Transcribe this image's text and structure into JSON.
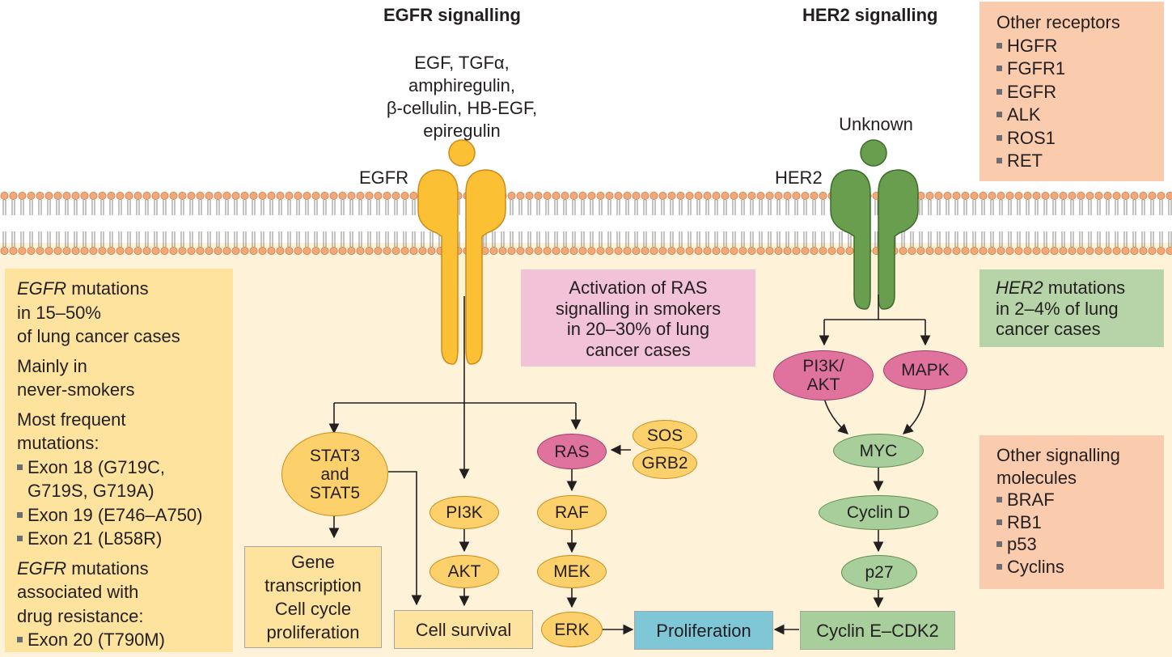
{
  "titles": {
    "egfr": "EGFR signalling",
    "her2": "HER2 signalling"
  },
  "ligands": {
    "egfr_lines": [
      "EGF, TGFα,",
      "amphiregulin,",
      "β-cellulin, HB-EGF,",
      "epiregulin"
    ],
    "her2": "Unknown"
  },
  "receptors": {
    "egfr": "EGFR",
    "her2": "HER2"
  },
  "other_receptors": {
    "heading": "Other receptors",
    "items": [
      "HGFR",
      "FGFR1",
      "EGFR",
      "ALK",
      "ROS1",
      "RET"
    ]
  },
  "egfr_info": {
    "gene": "EGFR",
    "rest1_a": " mutations",
    "rest1_b": "in 15–50%",
    "rest1_c": "of lung cancer cases",
    "smokers_a": "Mainly in",
    "smokers_b": "never-smokers",
    "freq_a": "Most frequent",
    "freq_b": "mutations:",
    "exons": [
      "Exon 18 (G719C,",
      "G719S, G719A)",
      "Exon 19 (E746–A750)",
      "Exon 21 (L858R)"
    ],
    "resist_a": " mutations",
    "resist_b": "associated with",
    "resist_c": "drug resistance:",
    "resist_item": "Exon 20 (T790M)"
  },
  "ras_note": [
    "Activation of RAS",
    "signalling in smokers",
    "in 20–30% of lung",
    "cancer cases"
  ],
  "her2_info": {
    "gene": "HER2",
    "line_a": " mutations",
    "line_b": "in 2–4% of lung",
    "line_c": "cancer cases"
  },
  "other_molecules": {
    "heading_a": "Other signalling",
    "heading_b": "molecules",
    "items": [
      "BRAF",
      "RB1",
      "p53",
      "Cyclins"
    ]
  },
  "nodes": {
    "stat_a": "STAT3",
    "stat_b": "and",
    "stat_c": "STAT5",
    "pi3k": "PI3K",
    "akt": "AKT",
    "ras": "RAS",
    "raf": "RAF",
    "mek": "MEK",
    "erk": "ERK",
    "sos": "SOS",
    "grb2": "GRB2",
    "pi3kakt_a": "PI3K/",
    "pi3kakt_b": "AKT",
    "mapk": "MAPK",
    "myc": "MYC",
    "cyclin_d": "Cyclin D",
    "p27": "p27",
    "gene_a": "Gene",
    "gene_b": "transcription",
    "gene_c": "Cell cycle",
    "gene_d": "proliferation",
    "cell_survival": "Cell survival",
    "proliferation": "Proliferation",
    "cyclin_e": "Cyclin E–CDK2"
  },
  "colors": {
    "cytoplasm": "#fef3d9",
    "membrane_head": "#f2a877",
    "egfr_receptor": "#fbc034",
    "her2_receptor": "#6a9e4f",
    "salmon_box": "#fbcbae",
    "pink_box": "#f1c2d8",
    "green_box": "#b7d4a8",
    "blue_box": "#7fc6d6",
    "yellow_box": "#fde39e"
  }
}
